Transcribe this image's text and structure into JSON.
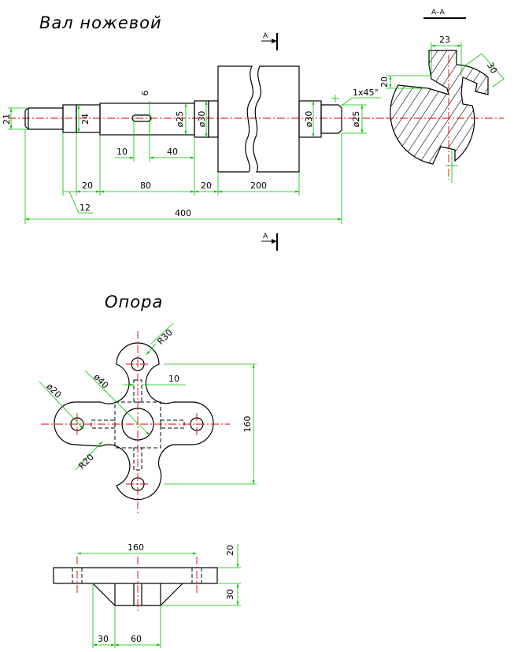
{
  "titles": {
    "shaft": "Вал ножевой",
    "support": "Опора"
  },
  "section": {
    "marker": "А",
    "title": "А–А"
  },
  "shaft_dims": {
    "d21": "21",
    "d24": "24",
    "d25a": "ø25",
    "d30a": "ø30",
    "d30b": "ø30",
    "d25b": "ø25",
    "key_w": "6",
    "len10": "10",
    "len40": "40",
    "len20a": "20",
    "len80": "80",
    "len20b": "20",
    "len200": "200",
    "len12": "12",
    "len400": "400",
    "chamfer": "1x45°"
  },
  "section_dims": {
    "w23": "23",
    "h20": "20",
    "a30": "30"
  },
  "support_dims": {
    "r30": "R30",
    "d40": "ø40",
    "d20": "ø20",
    "w10": "10",
    "h160": "160",
    "r20": "R20",
    "w160": "160",
    "h20": "20",
    "h30": "30",
    "w30": "30",
    "w60": "60"
  }
}
